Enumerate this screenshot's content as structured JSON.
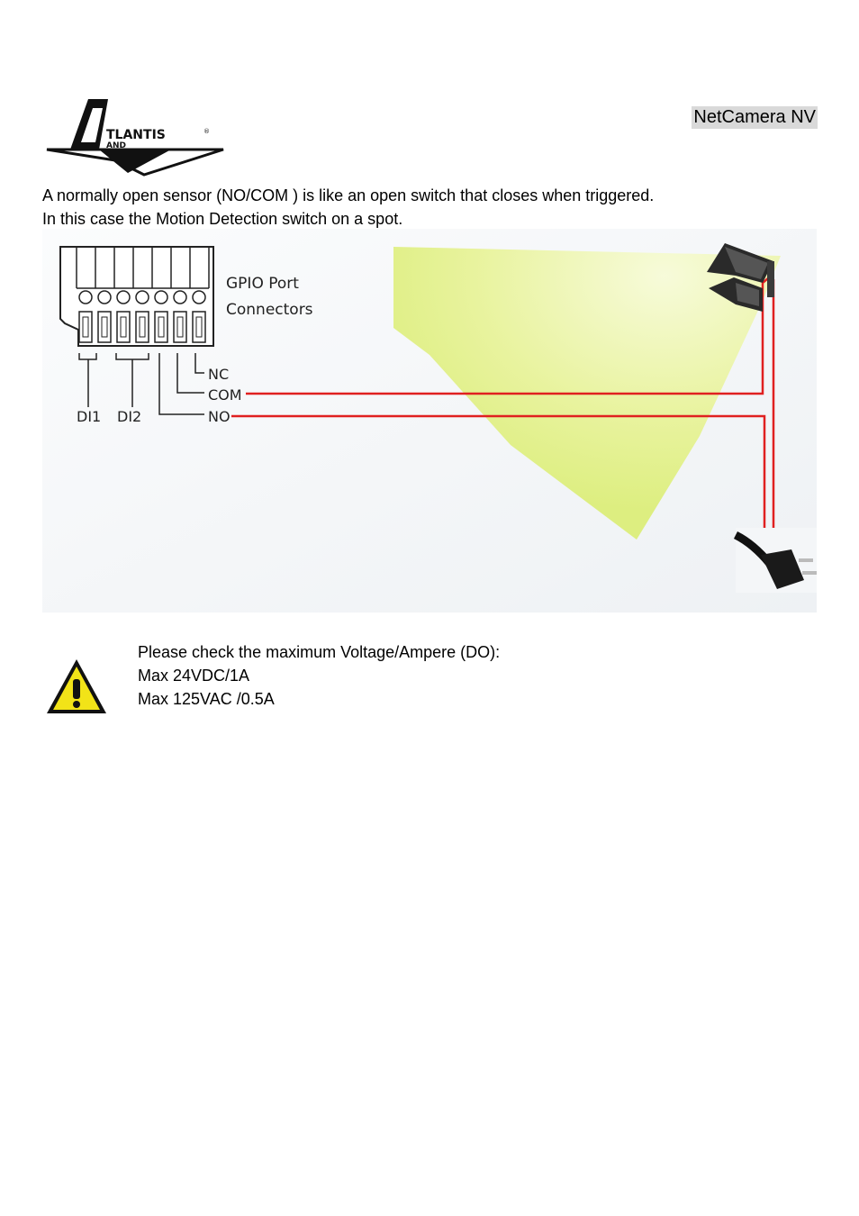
{
  "header": {
    "logo_text_top": "TLANTIS",
    "logo_text_bottom": "AND",
    "logo_letter_a": "A",
    "logo_letter_l": "L",
    "logo_registered": "®",
    "title": "NetCamera NV"
  },
  "intro": {
    "line1": "A normally open sensor (NO/COM ) is like an open switch that closes when triggered.",
    "line2": "In this case the Motion Detection switch on a spot."
  },
  "diagram": {
    "gpio_title_line1": "GPIO Port",
    "gpio_title_line2": "Connectors",
    "pin_nc": "NC",
    "pin_com": "COM",
    "pin_no": "NO",
    "label_di1": "DI1",
    "label_di2": "DI2",
    "wire_color": "#e02020",
    "beam_color": "#eaf5a0"
  },
  "warning": {
    "icon": "warning-triangle-icon",
    "line1": "Please check the maximum Voltage/Ampere (DO):",
    "line2": "Max 24VDC/1A",
    "line3": "Max 125VAC /0.5A"
  }
}
